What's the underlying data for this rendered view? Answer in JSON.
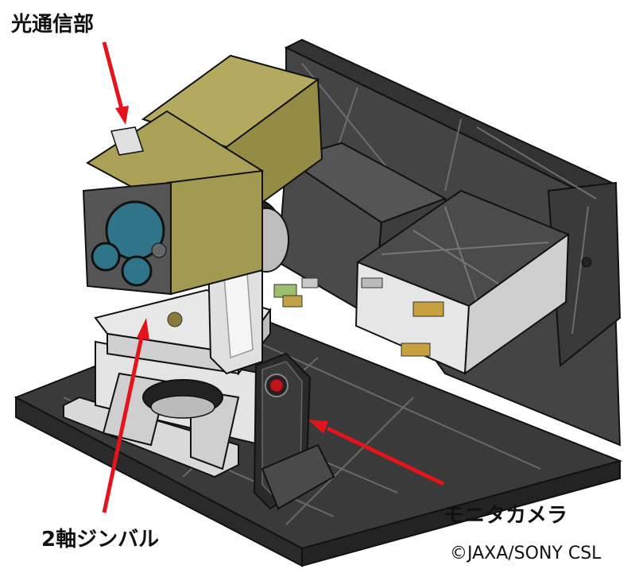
{
  "labels": {
    "optical_comm": "光通信部",
    "gimbal": "2軸ジンバル",
    "monitor_camera": "モニタカメラ"
  },
  "credit": "©JAXA/SONY CSL",
  "colors": {
    "arrow": "#e3141b",
    "base_plate": "#3a3a3a",
    "comm_unit": "#a39a52",
    "gimbal_metal": "#d9d9d9",
    "electronics_box": "#e6e6e6",
    "lens": "#2f7488",
    "camera_lens": "#c0141b"
  },
  "icons": {
    "camera": "camera-icon"
  }
}
